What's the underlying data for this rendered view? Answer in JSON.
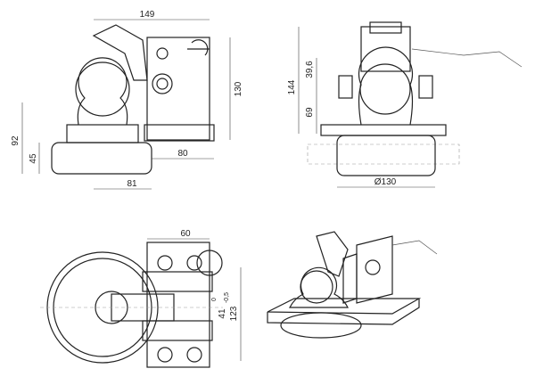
{
  "dimensions": {
    "side_width": "149",
    "side_height": "130",
    "side_total_height": "92",
    "side_base_height": "45",
    "side_offset": "80",
    "side_ball_offset": "81",
    "front_height": "144",
    "front_upper": "39,6",
    "front_lower": "69",
    "front_diameter": "Ø130",
    "top_width": "60",
    "top_gap": "41",
    "top_gap_tol_upper": "0",
    "top_gap_tol_lower": "-0,5",
    "top_height": "123"
  }
}
